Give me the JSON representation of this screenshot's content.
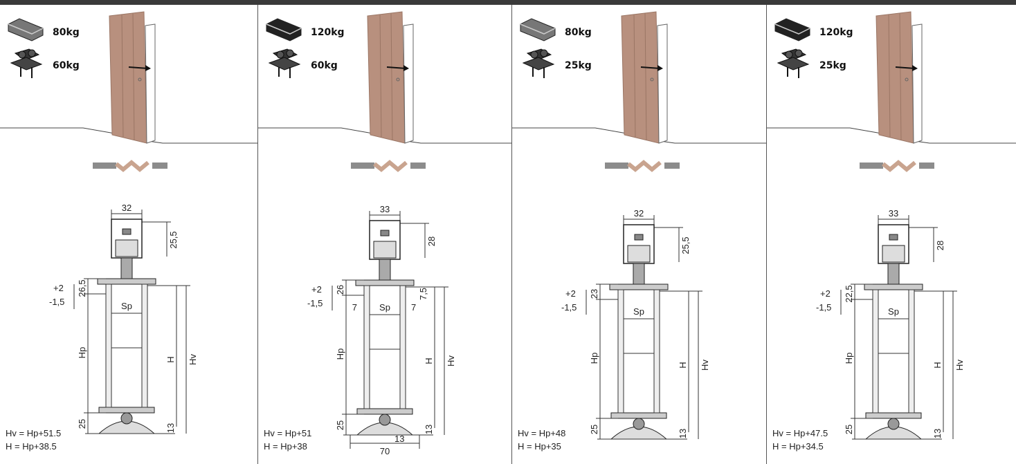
{
  "panels": [
    {
      "rail_load": "80kg",
      "carriage_load": "60kg",
      "width": "32",
      "top_height": "25,5",
      "upper": "26,5",
      "plus": "+2",
      "minus": "-1,5",
      "hp": "Hp",
      "h": "H",
      "hv": "Hv",
      "sp": "Sp",
      "bottom": "25",
      "base": "13",
      "formula_hv": "Hv = Hp+51.5",
      "formula_h": "H = Hp+38.5",
      "side_left": "",
      "side_right": "",
      "side_dim": "",
      "base_width": "",
      "base_small": ""
    },
    {
      "rail_load": "120kg",
      "carriage_load": "60kg",
      "width": "33",
      "top_height": "28",
      "upper": "26",
      "plus": "+2",
      "minus": "-1,5",
      "hp": "Hp",
      "h": "H",
      "hv": "Hv",
      "sp": "Sp",
      "bottom": "25",
      "base": "13",
      "formula_hv": "Hv = Hp+51",
      "formula_h": "H = Hp+38",
      "side_left": "7",
      "side_right": "7",
      "side_dim": "7,5",
      "base_width": "70",
      "base_small": "13"
    },
    {
      "rail_load": "80kg",
      "carriage_load": "25kg",
      "width": "32",
      "top_height": "25,5",
      "upper": "23",
      "plus": "+2",
      "minus": "-1,5",
      "hp": "Hp",
      "h": "H",
      "hv": "Hv",
      "sp": "Sp",
      "bottom": "25",
      "base": "13",
      "formula_hv": "Hv = Hp+48",
      "formula_h": "H = Hp+35",
      "side_left": "",
      "side_right": "",
      "side_dim": "",
      "base_width": "",
      "base_small": ""
    },
    {
      "rail_load": "120kg",
      "carriage_load": "25kg",
      "width": "33",
      "top_height": "28",
      "upper": "22,5",
      "plus": "+2",
      "minus": "-1,5",
      "hp": "Hp",
      "h": "H",
      "hv": "Hv",
      "sp": "Sp",
      "bottom": "25",
      "base": "13",
      "formula_hv": "Hv = Hp+47.5",
      "formula_h": "H = Hp+34.5",
      "side_left": "",
      "side_right": "",
      "side_dim": "",
      "base_width": "",
      "base_small": ""
    }
  ],
  "colors": {
    "door": "#b8907e",
    "door_dark": "#9a7564",
    "symbol_gray": "#8c8c8c",
    "symbol_door": "#c9a48f",
    "rail": "#3c3c3c",
    "line": "#333333"
  },
  "icons": {
    "rail": "rail-profile-icon",
    "carriage": "carriage-icon",
    "door": "folding-door-icon",
    "symbol": "folding-door-symbol-icon"
  }
}
